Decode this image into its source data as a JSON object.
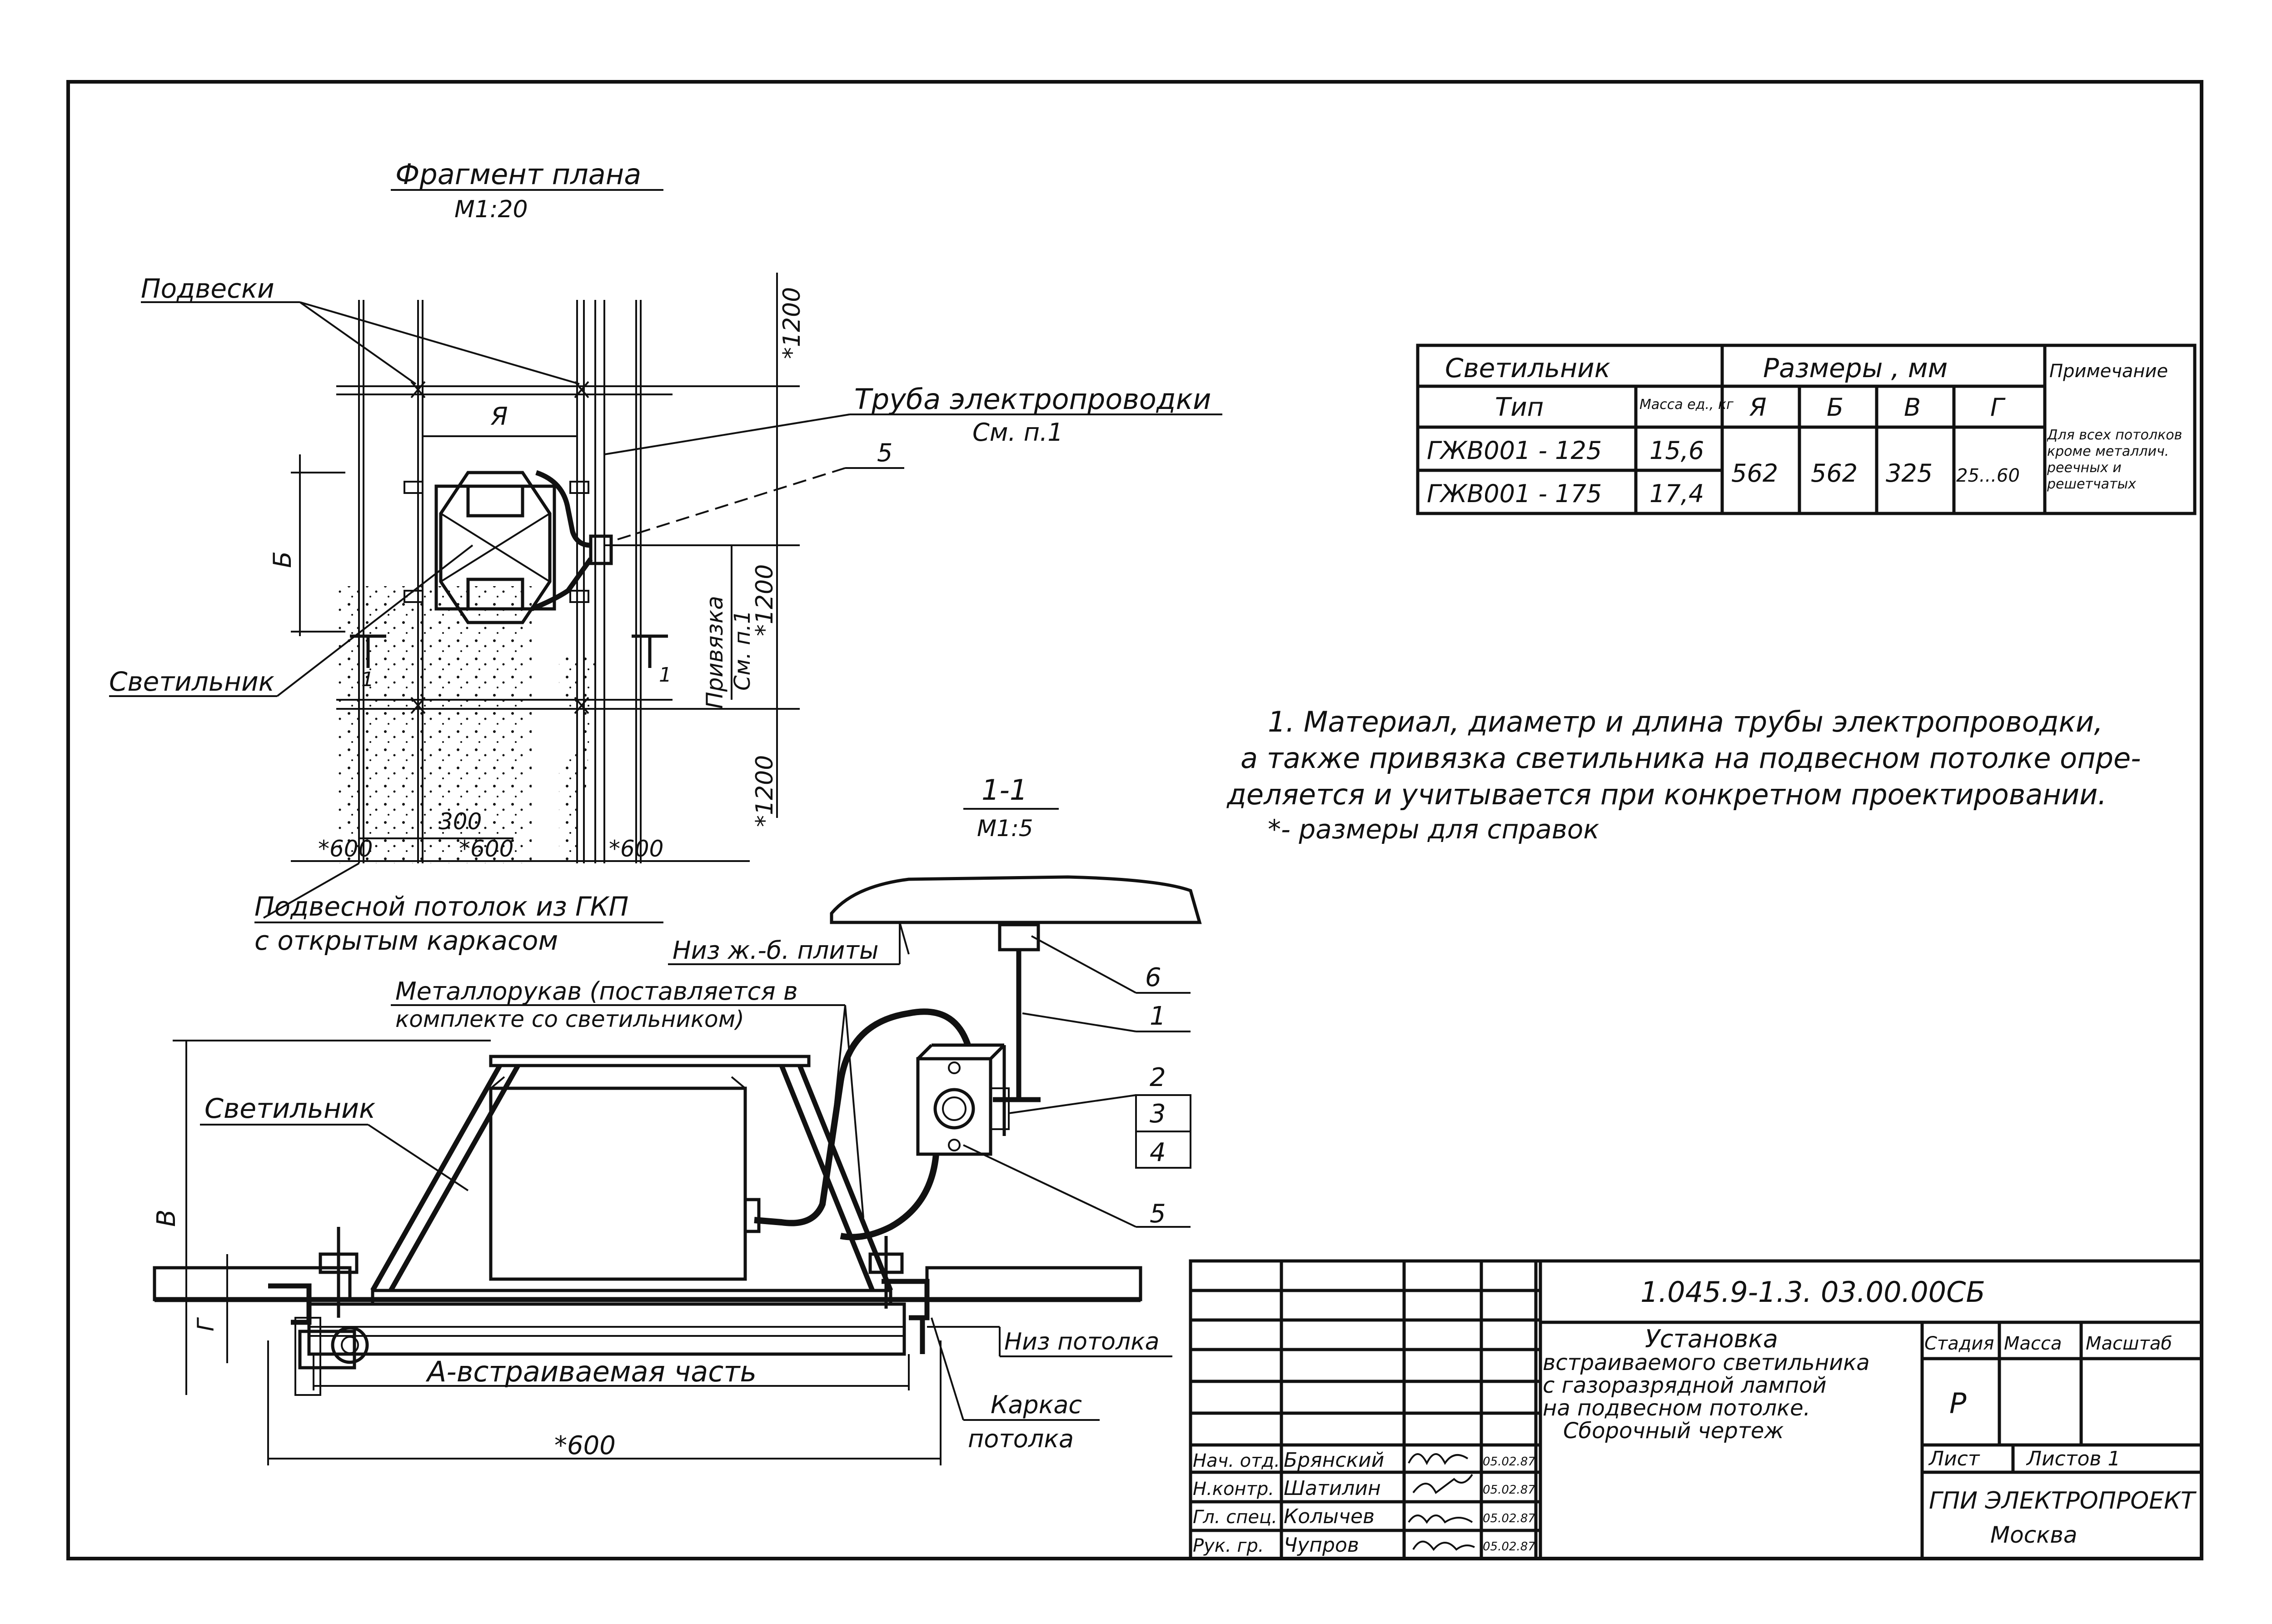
{
  "plan": {
    "title": "Фрагмент плана",
    "scale": "М1:20",
    "label_suspensions": "Подвески",
    "label_lamp": "Светильник",
    "label_pipe": "Труба электропроводки",
    "label_pipe_ref": "См. п.1",
    "label_binding": "Привязка",
    "label_binding_ref": "См. п.1",
    "dim_ya": "Я",
    "dim_b": "Б",
    "dim_300": "300",
    "dim_600": "*600",
    "dim_1200": "*1200",
    "callout_5": "5",
    "section_mark": "1",
    "ceiling_line1": "Подвесной потолок из ГКП",
    "ceiling_line2": "с открытым каркасом"
  },
  "section": {
    "title": "1-1",
    "scale": "М1:5",
    "label_slab": "Низ ж.-б. плиты",
    "label_hose_line1": "Металлорукав (поставляется в",
    "label_hose_line2": "комплекте со светильником)",
    "label_lamp": "Светильник",
    "dim_v": "В",
    "dim_g": "Г",
    "label_embedded": "А-встраиваемая часть",
    "dim_600": "*600",
    "label_ceiling_bottom": "Низ потолка",
    "label_frame_line1": "Каркас",
    "label_frame_line2": "потолка",
    "callouts": [
      "6",
      "1",
      "2",
      "3",
      "4",
      "5"
    ]
  },
  "spec_table": {
    "header_lamp": "Светильник",
    "header_type": "Тип",
    "header_mass": "Масса ед., кг",
    "header_sizes": "Размеры , мм",
    "header_note": "Примечание",
    "size_cols": [
      "Я",
      "Б",
      "В",
      "Г"
    ],
    "rows": [
      {
        "type": "ГЖВ001 - 125",
        "mass": "15,6"
      },
      {
        "type": "ГЖВ001 - 175",
        "mass": "17,4"
      }
    ],
    "sizes": [
      "562",
      "562",
      "325",
      "25...60"
    ],
    "note": "Для всех потолков кроме металлич. реечных и решетчатых"
  },
  "notes": {
    "line1": "1. Материал, диаметр и длина трубы электропроводки,",
    "line2": "а также привязка светильника на подвесном потолке опре-",
    "line3": "деляется и учитывается при конкретном проектировании.",
    "line4": "*- размеры для справок"
  },
  "title_block": {
    "doc_code": "1.045.9-1.3. 03.00.00СБ",
    "desc_line1": "Установка",
    "desc_line2": "встраиваемого светильника",
    "desc_line3": "с газоразрядной лампой",
    "desc_line4": "на подвесном потолке.",
    "desc_line5": "Сборочный чертеж",
    "col_stage": "Стадия",
    "col_mass": "Масса",
    "col_scale": "Масштаб",
    "stage_value": "Р",
    "sheet_label": "Лист",
    "sheets_label": "Листов 1",
    "org": "ГПИ ЭЛЕКТРОПРОЕКТ",
    "city": "Москва",
    "signers": [
      {
        "role": "Нач. отд.",
        "name": "Брянский",
        "date": "05.02.87"
      },
      {
        "role": "Н.контр.",
        "name": "Шатилин",
        "date": "05.02.87"
      },
      {
        "role": "Гл. спец.",
        "name": "Колычев",
        "date": "05.02.87"
      },
      {
        "role": "Рук. гр.",
        "name": "Чупров",
        "date": "05.02.87"
      }
    ]
  }
}
